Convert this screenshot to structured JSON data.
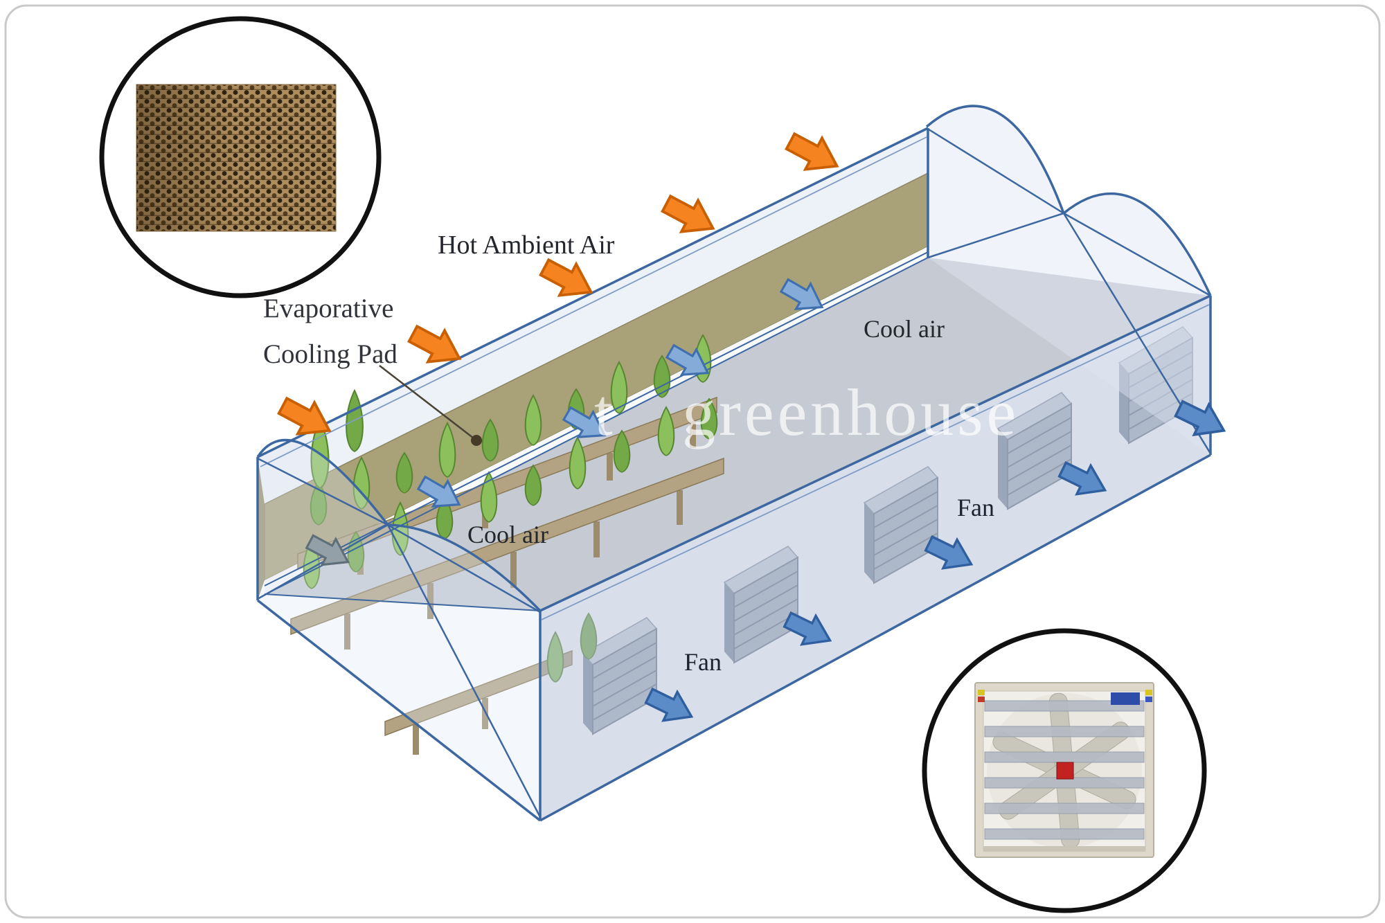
{
  "page": {
    "background": "#ffffff",
    "border_color": "#c9c9c9"
  },
  "diagram": {
    "labels": {
      "hot_ambient_air": "Hot Ambient Air",
      "evaporative_line1": "Evaporative",
      "evaporative_line2": "Cooling Pad",
      "cool_air_top": "Cool air",
      "cool_air_left": "Cool air",
      "fan_front": "Fan",
      "fan_right": "Fan"
    },
    "watermark": {
      "part1": "t",
      "part2": "greenhouse"
    },
    "colors": {
      "hot_air_arrow": "#f5831f",
      "hot_air_arrow_stroke": "#c85f00",
      "cool_air_arrow": "#85acd8",
      "cool_air_arrow_stroke": "#3f6fae",
      "exit_arrow": "#5c8cc8",
      "exit_arrow_stroke": "#2f5f9f",
      "shaded_arrow": "#93a0a8",
      "cooling_pad": "#a9a178",
      "floor": "#c6cad3",
      "front_wall": "#b3c0d6",
      "end_wall": "#dde5f2",
      "frame": "#3c67a0",
      "plant_green": "#8cc05c",
      "plant_green_dark": "#74a948",
      "bench": "#b3a383",
      "fan_unit": "#a7b0bc",
      "fan_hub_red": "#c22222"
    },
    "insets": {
      "pad_closeup": "cooling-pad-closeup-photo",
      "fan_closeup": "exhaust-fan-closeup-photo"
    },
    "counts": {
      "hot_air_arrows": 5,
      "cool_air_arrows": 4,
      "exhaust_fans": 5
    }
  }
}
